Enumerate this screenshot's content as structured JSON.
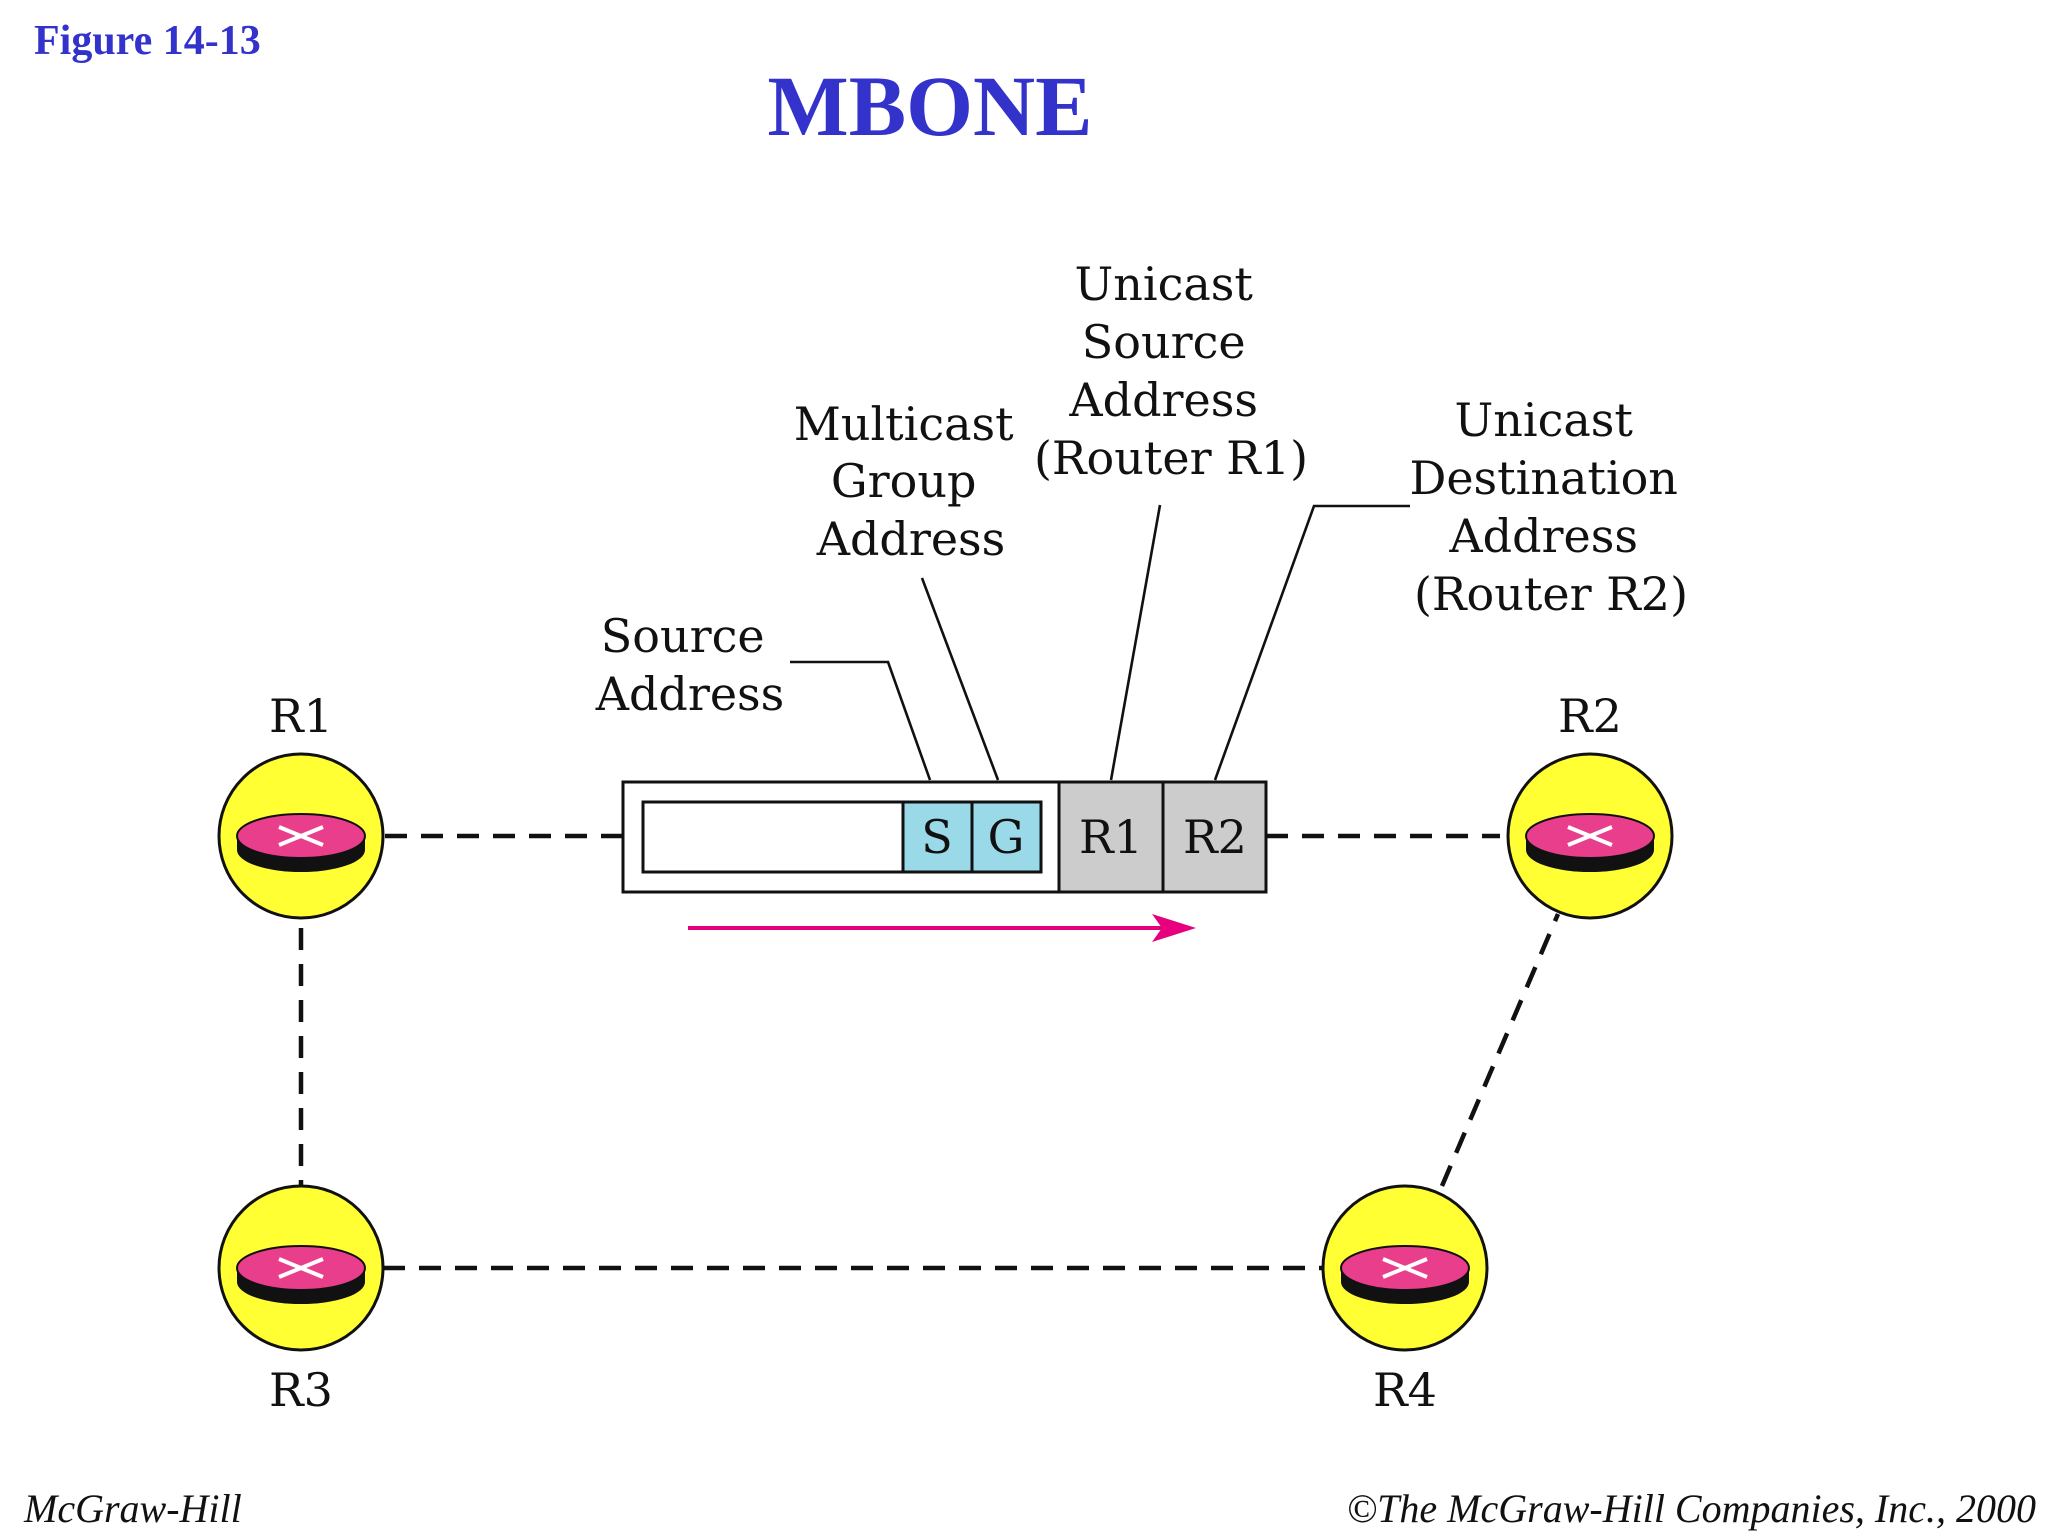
{
  "figure_label": "Figure  14-13",
  "title": "MBONE",
  "routers": {
    "r1": "R1",
    "r2": "R2",
    "r3": "R3",
    "r4": "R4"
  },
  "packet": {
    "source_field": "S",
    "group_field": "G",
    "unicast_source_field": "R1",
    "unicast_dest_field": "R2"
  },
  "annotations": {
    "source_address": [
      "Source",
      "Address"
    ],
    "multicast_group_address": [
      "Multicast",
      "Group",
      "Address"
    ],
    "unicast_source_address": [
      "Unicast",
      "Source",
      "Address",
      "(Router R1)"
    ],
    "unicast_destination_address": [
      "Unicast",
      "Destination",
      "Address",
      "(Router R2)"
    ]
  },
  "footer": {
    "left": "McGraw-Hill",
    "right": "©The McGraw-Hill Companies, Inc., 2000"
  },
  "colors": {
    "title": "#3333cc",
    "router_body": "#ffff33",
    "router_disk": "#e83e8c",
    "multicast_fields": "#99d9e8",
    "unicast_fields": "#cccccc",
    "arrow": "#e6007e"
  }
}
